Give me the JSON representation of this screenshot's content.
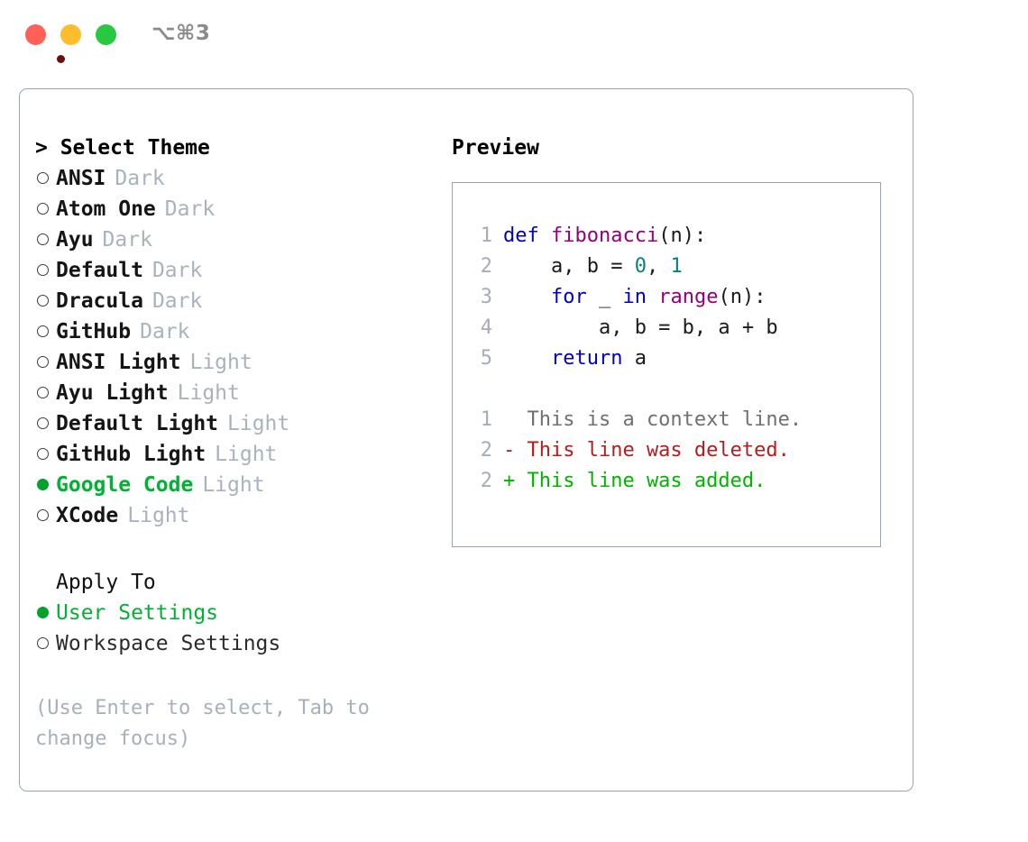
{
  "titlebar": {
    "shortcut": "⌥⌘3",
    "buttons": {
      "close": "close-window",
      "minimize": "minimize-window",
      "maximize": "maximize-window"
    }
  },
  "left": {
    "heading": "> Select Theme",
    "themes": [
      {
        "bullet": "○",
        "name": "ANSI",
        "variant": "Dark",
        "selected": false
      },
      {
        "bullet": "○",
        "name": "Atom One",
        "variant": "Dark",
        "selected": false
      },
      {
        "bullet": "○",
        "name": "Ayu",
        "variant": "Dark",
        "selected": false
      },
      {
        "bullet": "○",
        "name": "Default",
        "variant": "Dark",
        "selected": false
      },
      {
        "bullet": "○",
        "name": "Dracula",
        "variant": "Dark",
        "selected": false
      },
      {
        "bullet": "○",
        "name": "GitHub",
        "variant": "Dark",
        "selected": false
      },
      {
        "bullet": "○",
        "name": "ANSI Light",
        "variant": "Light",
        "selected": false
      },
      {
        "bullet": "○",
        "name": "Ayu Light",
        "variant": "Light",
        "selected": false
      },
      {
        "bullet": "○",
        "name": "Default Light",
        "variant": "Light",
        "selected": false
      },
      {
        "bullet": "○",
        "name": "GitHub Light",
        "variant": "Light",
        "selected": false
      },
      {
        "bullet": "●",
        "name": "Google Code",
        "variant": "Light",
        "selected": true
      },
      {
        "bullet": "○",
        "name": "XCode",
        "variant": "Light",
        "selected": false
      }
    ],
    "apply_heading": "Apply To",
    "apply_options": [
      {
        "bullet": "●",
        "name": "User Settings",
        "selected": true
      },
      {
        "bullet": "○",
        "name": "Workspace Settings",
        "selected": false
      }
    ],
    "hint": "(Use Enter to select, Tab to change focus)"
  },
  "right": {
    "heading": "Preview",
    "code_lines": [
      {
        "num": "1",
        "tokens": [
          {
            "t": "def",
            "c": "tok-kw"
          },
          {
            "t": " ",
            "c": "tok-pln"
          },
          {
            "t": "fibonacci",
            "c": "tok-fn"
          },
          {
            "t": "(n):",
            "c": "tok-pln"
          }
        ]
      },
      {
        "num": "2",
        "tokens": [
          {
            "t": "    a, b = ",
            "c": "tok-pln"
          },
          {
            "t": "0",
            "c": "tok-num"
          },
          {
            "t": ", ",
            "c": "tok-pln"
          },
          {
            "t": "1",
            "c": "tok-num"
          }
        ]
      },
      {
        "num": "3",
        "tokens": [
          {
            "t": "    ",
            "c": "tok-pln"
          },
          {
            "t": "for",
            "c": "tok-kw"
          },
          {
            "t": " _ ",
            "c": "tok-pln"
          },
          {
            "t": "in",
            "c": "tok-kw"
          },
          {
            "t": " ",
            "c": "tok-pln"
          },
          {
            "t": "range",
            "c": "tok-fn"
          },
          {
            "t": "(n):",
            "c": "tok-pln"
          }
        ]
      },
      {
        "num": "4",
        "tokens": [
          {
            "t": "        a, b = b, a + b",
            "c": "tok-pln"
          }
        ]
      },
      {
        "num": "5",
        "tokens": [
          {
            "t": "    ",
            "c": "tok-pln"
          },
          {
            "t": "return",
            "c": "tok-kw"
          },
          {
            "t": " a",
            "c": "tok-pln"
          }
        ]
      }
    ],
    "diff_lines": [
      {
        "num": "1",
        "text": "  This is a context line.",
        "kind": "dl-ctx"
      },
      {
        "num": "2",
        "text": "- This line was deleted.",
        "kind": "dl-del"
      },
      {
        "num": "2",
        "text": "+ This line was added.",
        "kind": "dl-add"
      }
    ]
  },
  "colors": {
    "accent_green": "#00b233",
    "selected_bullet": "#00a32a",
    "muted_grey": "#aab2bd",
    "border": "#9aa5b1",
    "keyword": "#0000c8",
    "function": "#93007c",
    "number": "#0b8080",
    "diff_added": "#00b400",
    "diff_deleted": "#b71c1c",
    "diff_context": "#707070",
    "traffic_close": "#ff6058",
    "traffic_min": "#ffbd2e",
    "traffic_max": "#28c840"
  }
}
